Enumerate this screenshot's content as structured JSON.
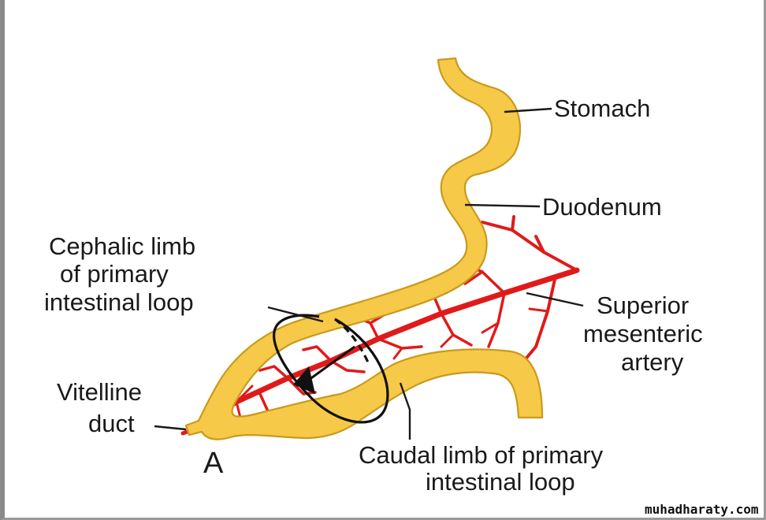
{
  "labels": {
    "stomach": "Stomach",
    "duodenum": "Duodenum",
    "cephalic_limb": [
      "Cephalic limb",
      "of primary",
      "intestinal loop"
    ],
    "superior_mesenteric_artery": [
      "Superior",
      "mesenteric",
      "artery"
    ],
    "vitelline_duct": [
      "Vitelline",
      "duct"
    ],
    "caudal_limb": [
      "Caudal limb of primary",
      "intestinal loop"
    ],
    "panel": "A"
  },
  "watermark": "muhadharaty.com",
  "colors": {
    "intestine": "#f7c948",
    "intestine_outline": "#c99a1c",
    "artery": "#e01a1a",
    "rotation_arrow": "#111111"
  }
}
